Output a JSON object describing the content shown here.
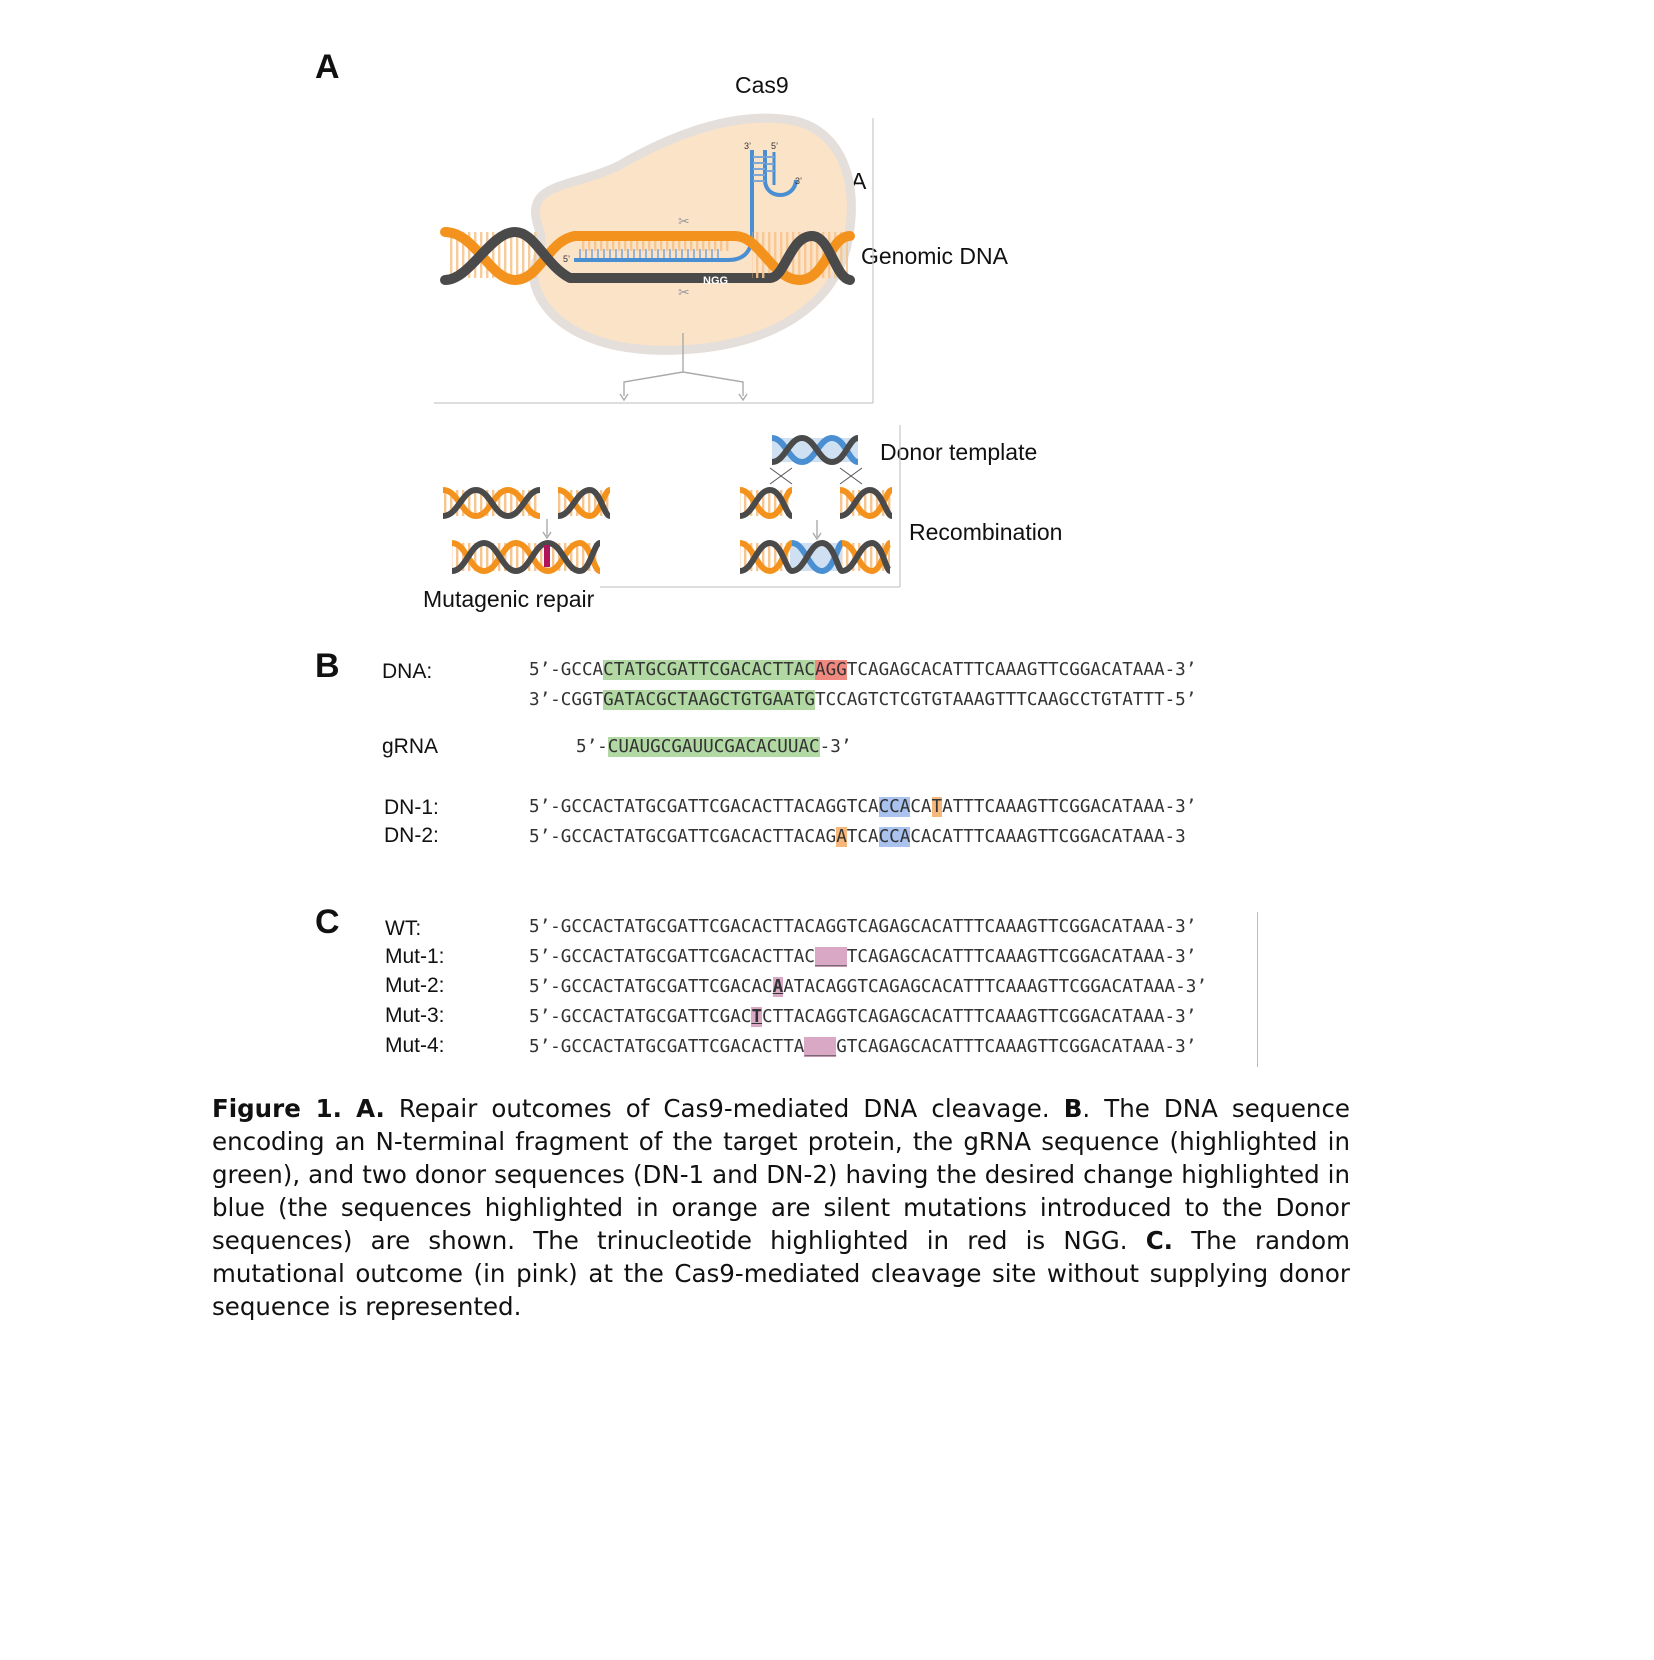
{
  "panel_a": {
    "label": "A",
    "cas9_label": "Cas9",
    "grna_label": "gRNA",
    "genomic_dna_label": "Genomic DNA",
    "donor_template_label": "Donor template",
    "recombination_label": "Recombination",
    "mutagenic_repair_label": "Mutagenic repair",
    "small_labels": {
      "three_prime": "3'",
      "five_prime": "5'",
      "ngg": "NGG"
    },
    "colors": {
      "orange": "#f4921e",
      "dark": "#4a4a4a",
      "blue": "#4a8fd1",
      "cas9_fill": "#fbe3c8",
      "cas9_border": "#e2ddd8",
      "mutation": "#b0145a"
    }
  },
  "panel_b": {
    "label": "B",
    "dna_label": "DNA:",
    "grna_label": "gRNA",
    "dn1_label": "DN-1:",
    "dn2_label": "DN-2:",
    "dna_top": {
      "pre": "5’-GCCA",
      "green": "CTATGCGATTCGACACTTAC",
      "red": "AGG",
      "post": "TCAGAGCACATTTCAAAGTTCGGACATAAA-3’"
    },
    "dna_bottom": {
      "pre": "3’-CGGT",
      "green": "GATACGCTAAGCTGTGAATG",
      "post": "TCCAGTCTCGTGTAAAGTTTCAAGCCTGTATTT-5’"
    },
    "grna_seq": {
      "pre": "5’-",
      "green": "CUAUGCGAUUCGACACUUAC",
      "post": "-3’"
    },
    "dn1": {
      "a": "5’-GCCACTATGCGATTCGACACTTACAGGTCA",
      "blue": "CCA",
      "b": "CA",
      "orange": "T",
      "c": "ATTTCAAAGTTCGGACATAAA-3’"
    },
    "dn2": {
      "a": "5’-GCCACTATGCGATTCGACACTTACAG",
      "orange": "A",
      "b": "TCA",
      "blue": "CCA",
      "c": "CACATTTCAAAGTTCGGACATAAA-3"
    }
  },
  "panel_c": {
    "label": "C",
    "wt_label": "WT:",
    "mut1_label": "Mut-1:",
    "mut2_label": "Mut-2:",
    "mut3_label": "Mut-3:",
    "mut4_label": "Mut-4:",
    "wt": "5’-GCCACTATGCGATTCGACACTTACAGGTCAGAGCACATTTCAAAGTTCGGACATAAA-3’",
    "mut1": {
      "a": "5’-GCCACTATGCGATTCGACACTTAC",
      "pink": "___",
      "b": "TCAGAGCACATTTCAAAGTTCGGACATAAA-3’"
    },
    "mut2": {
      "a": "5’-GCCACTATGCGATTCGACAC",
      "pink": "A",
      "b": "ATACAGGTCAGAGCACATTTCAAAGTTCGGACATAAA-3’"
    },
    "mut3": {
      "a": "5’-GCCACTATGCGATTCGAC",
      "pink": "T",
      "b": "CTTACAGGTCAGAGCACATTTCAAAGTTCGGACATAAA-3’"
    },
    "mut4": {
      "a": "5’-GCCACTATGCGATTCGACACTTA",
      "pink": "___",
      "b": "GTCAGAGCACATTTCAAAGTTCGGACATAAA-3’"
    }
  },
  "caption": {
    "fig": "Figure 1.",
    "a_bold": "A.",
    "a_text": " Repair outcomes of Cas9-mediated DNA cleavage. ",
    "b_bold": "B",
    "b_text": ". The DNA sequence encoding an N-terminal fragment of the target protein, the gRNA sequence (highlighted in green), and two donor sequences (DN-1 and DN-2) having the desired change highlighted in blue (the sequences highlighted in orange are silent mutations introduced to the Donor sequences) are shown.  The trinucleotide highlighted in red is NGG. ",
    "c_bold": "C.",
    "c_text": " The random mutational outcome (in pink) at the Cas9-mediated cleavage site without supplying donor sequence is represented."
  }
}
